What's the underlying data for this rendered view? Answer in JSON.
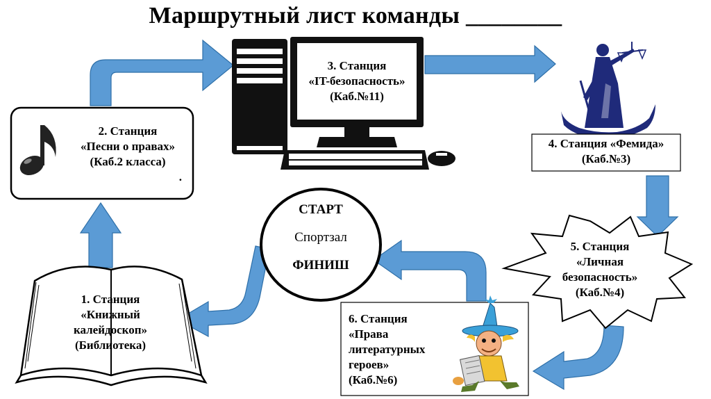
{
  "title": "Маршрутный лист команды ________",
  "colors": {
    "arrow": "#5b9bd5",
    "arrow_edge": "#2e6fa8",
    "ink": "#000000"
  },
  "start": {
    "line1": "СТАРТ",
    "line2": "Спортзал",
    "line3": "ФИНИШ"
  },
  "stations": {
    "s1": {
      "line1": "1. Станция",
      "line2": "«Книжный",
      "line3": "калейдоскоп»",
      "line4": "(Библиотека)",
      "icon": "open-book"
    },
    "s2": {
      "line1": "2. Станция",
      "line2": "«Песни о правах»",
      "line3": "(Каб.2 класса)",
      "line4": ".",
      "icon": "music-note"
    },
    "s3": {
      "line1": "3. Станция",
      "line2": "«IT-безопасность»",
      "line3": "(Каб.№11)",
      "icon": "computer"
    },
    "s4": {
      "line1": "4. Станция «Фемида»",
      "line2": "(Каб.№3)",
      "icon": "themis-statue"
    },
    "s5": {
      "line1": "5. Станция",
      "line2": "«Личная",
      "line3": "безопасность»",
      "line4": "(Каб.№4)"
    },
    "s6": {
      "line1": "6. Станция",
      "line2": "«Права",
      "line3": "литературных",
      "line4": "героев»",
      "line5": "(Каб.№6)",
      "icon": "cartoon-character"
    }
  }
}
